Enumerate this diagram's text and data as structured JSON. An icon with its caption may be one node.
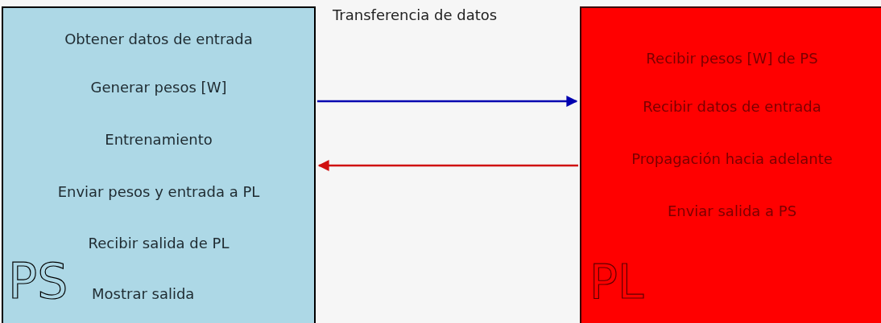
{
  "diagram": {
    "title": "Transferencia de datos",
    "nodes": [
      {
        "text": [
          "Obtener datos de entrada",
          "Generar pesos [W]",
          "Entrenamiento",
          "Enviar pesos y entrada a PL",
          "Recibir salida de PL",
          "Mostrar salida",
          "PS"
        ]
      },
      {
        "text": [
          "Recibir pesos [W] de PS",
          "Recibir datos de entrada",
          "Propagación hacia adelante",
          "Enviar salida a PS",
          "PL"
        ]
      }
    ],
    "edges": [
      {
        "from": 0,
        "to": 1,
        "arrow": "to",
        "color": "#0000b0"
      },
      {
        "from": 1,
        "to": 0,
        "arrow": "to",
        "color": "#d01010"
      }
    ]
  }
}
